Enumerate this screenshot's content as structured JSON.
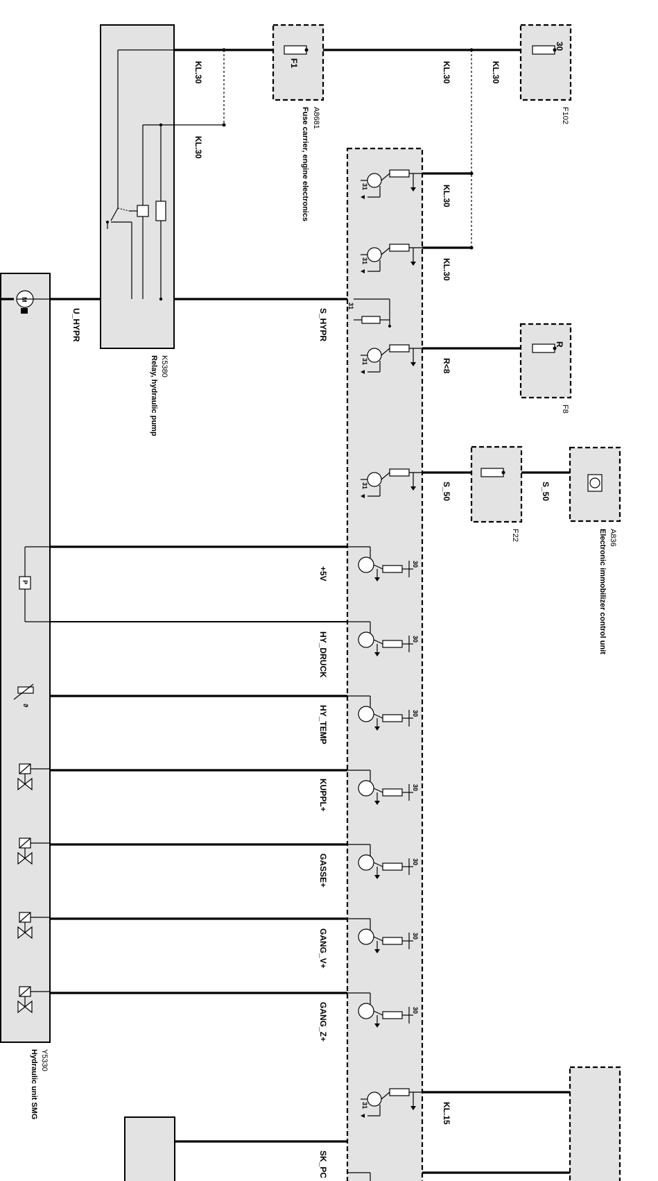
{
  "components": {
    "K5380": {
      "id": "K5380",
      "desc": "Relay, hydraulic pump"
    },
    "A8681": {
      "id": "A8681",
      "desc": "Fuse carrier, engine electronics",
      "fuse": "F1"
    },
    "F102": {
      "id": "F102",
      "pin": "30"
    },
    "F8": {
      "id": "F8",
      "pin": "R"
    },
    "F22": {
      "id": "F22"
    },
    "A836": {
      "id": "A836",
      "desc": "Electronic immobilizer control unit"
    },
    "Y5330": {
      "id": "Y5330",
      "desc": "Hydraulic unit SMG"
    }
  },
  "wires": {
    "kl30": "KL.30",
    "kl15": "KL.15",
    "u_hypr": "U_HYPR",
    "s_hypr": "S_HYPR",
    "r8": "R<8",
    "s50": "S_50",
    "plus5v": "+5V",
    "hy_druck": "HY_DRUCK",
    "hy_temp": "HY_TEMP",
    "kuppl": "KUPPL+",
    "gasse": "GASSE+",
    "gang_v": "GANG_V+",
    "gang_z": "GANG_Z+",
    "sk_pc": "SK_PC"
  },
  "pins": {
    "p31": "31",
    "p30": "30",
    "motor": "M",
    "pressure": "P",
    "theta": "ϑ"
  }
}
